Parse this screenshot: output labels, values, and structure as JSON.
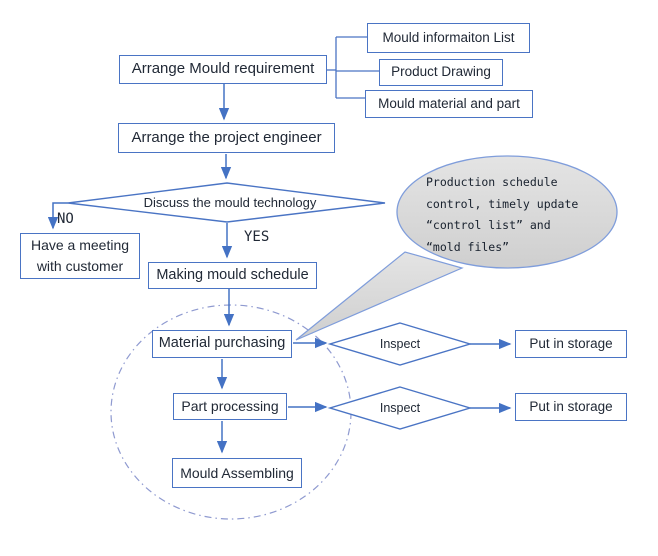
{
  "diagram_type": "flowchart",
  "nodes": {
    "arrange_mould_requirement": "Arrange Mould requirement",
    "mould_information_list": "Mould informaiton List",
    "product_drawing": "Product Drawing",
    "mould_material_and_part": "Mould material and part",
    "arrange_project_engineer": "Arrange the project engineer",
    "discuss_mould_technology": "Discuss the mould technology",
    "have_meeting_with_customer": "Have a meeting with customer",
    "making_mould_schedule": "Making mould schedule",
    "material_purchasing": "Material purchasing",
    "part_processing": "Part processing",
    "mould_assembling": "Mould Assembling",
    "inspect_1": "Inspect",
    "inspect_2": "Inspect",
    "put_in_storage_1": "Put in storage",
    "put_in_storage_2": "Put in storage"
  },
  "branch_labels": {
    "no": "NO",
    "yes": "YES"
  },
  "callout": {
    "line1": "Production schedule",
    "line2": "control, timely update",
    "line3": "“control list” and",
    "line4": "“mold files”"
  },
  "colors": {
    "box_border": "#4a74c4",
    "arrow": "#4472c4",
    "dash_circle": "#8f9ad0",
    "callout_fill": "#d9d9d9",
    "callout_border": "#7f9ddb",
    "text": "#212936"
  }
}
